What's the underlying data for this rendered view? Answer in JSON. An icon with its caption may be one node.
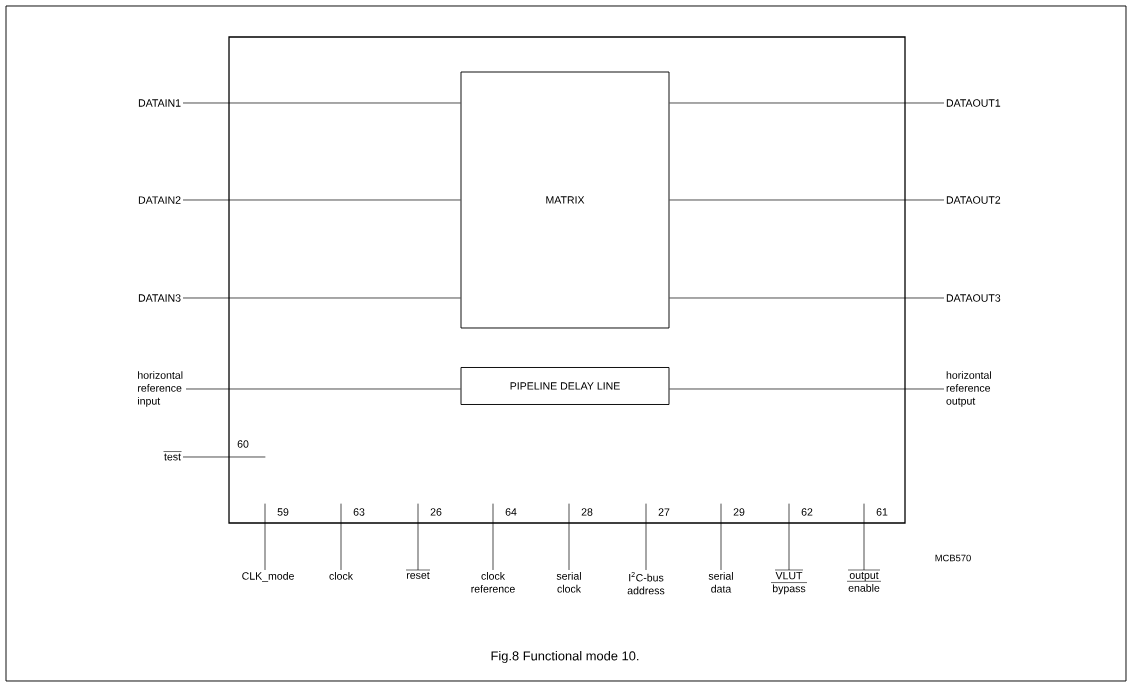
{
  "diagram": {
    "caption": "Fig.8 Functional mode 10.",
    "nodes": [
      {
        "text": [],
        "shape": "box"
      },
      {
        "text": [
          "MATRIX"
        ],
        "in": 0
      },
      {
        "text": [
          "PIPELINE DELAY LINE"
        ],
        "in": 0
      },
      {
        "text": [
          "DATAIN1"
        ]
      },
      {
        "text": [
          "DATAOUT1"
        ]
      },
      {
        "text": [
          "DATAIN2"
        ]
      },
      {
        "text": [
          "DATAOUT2"
        ]
      },
      {
        "text": [
          "DATAIN3"
        ]
      },
      {
        "text": [
          "DATAOUT3"
        ]
      },
      {
        "text": [
          "horizontal reference input"
        ]
      },
      {
        "text": [
          "horizontal reference output"
        ]
      },
      {
        "text": [
          "test"
        ]
      },
      {
        "text": [
          "CLK_mode"
        ]
      },
      {
        "text": [
          "clock"
        ]
      },
      {
        "text": [
          "reset"
        ]
      },
      {
        "text": [
          "clock reference"
        ]
      },
      {
        "text": [
          "serial clock"
        ]
      },
      {
        "text": [
          "I$^{2}$C-bus address"
        ]
      },
      {
        "text": [
          "serial data"
        ]
      },
      {
        "text": [
          "VLUT bypass"
        ]
      },
      {
        "text": [
          "output enable"
        ]
      }
    ],
    "edges": [
      {
        "from": 3,
        "to": 1,
        "arrow": "none"
      },
      {
        "from": 1,
        "to": 4,
        "arrow": "none"
      },
      {
        "from": 5,
        "to": 1,
        "arrow": "none"
      },
      {
        "from": 1,
        "to": 6,
        "arrow": "none"
      },
      {
        "from": 7,
        "to": 1,
        "arrow": "none"
      },
      {
        "from": 1,
        "to": 8,
        "arrow": "none"
      },
      {
        "from": 9,
        "to": 2,
        "arrow": "none"
      },
      {
        "from": 2,
        "to": 10,
        "arrow": "none"
      },
      {
        "from": 11,
        "to": 0,
        "arrow": "none",
        "label": "60"
      },
      {
        "from": 12,
        "to": 0,
        "arrow": "none",
        "label": "59"
      },
      {
        "from": 13,
        "to": 0,
        "arrow": "none",
        "label": "63"
      },
      {
        "from": 14,
        "to": 0,
        "arrow": "none",
        "label": "26"
      },
      {
        "from": 15,
        "to": 0,
        "arrow": "none",
        "label": "64"
      },
      {
        "from": 16,
        "to": 0,
        "arrow": "none",
        "label": "28"
      },
      {
        "from": 17,
        "to": 0,
        "arrow": "none",
        "label": "27"
      },
      {
        "from": 18,
        "to": 0,
        "arrow": "none",
        "label": "29"
      },
      {
        "from": 19,
        "to": 0,
        "arrow": "none",
        "label": "62"
      },
      {
        "from": 20,
        "to": 0,
        "arrow": "none",
        "label": "61"
      }
    ],
    "labels": [
      "MCB570"
    ]
  }
}
